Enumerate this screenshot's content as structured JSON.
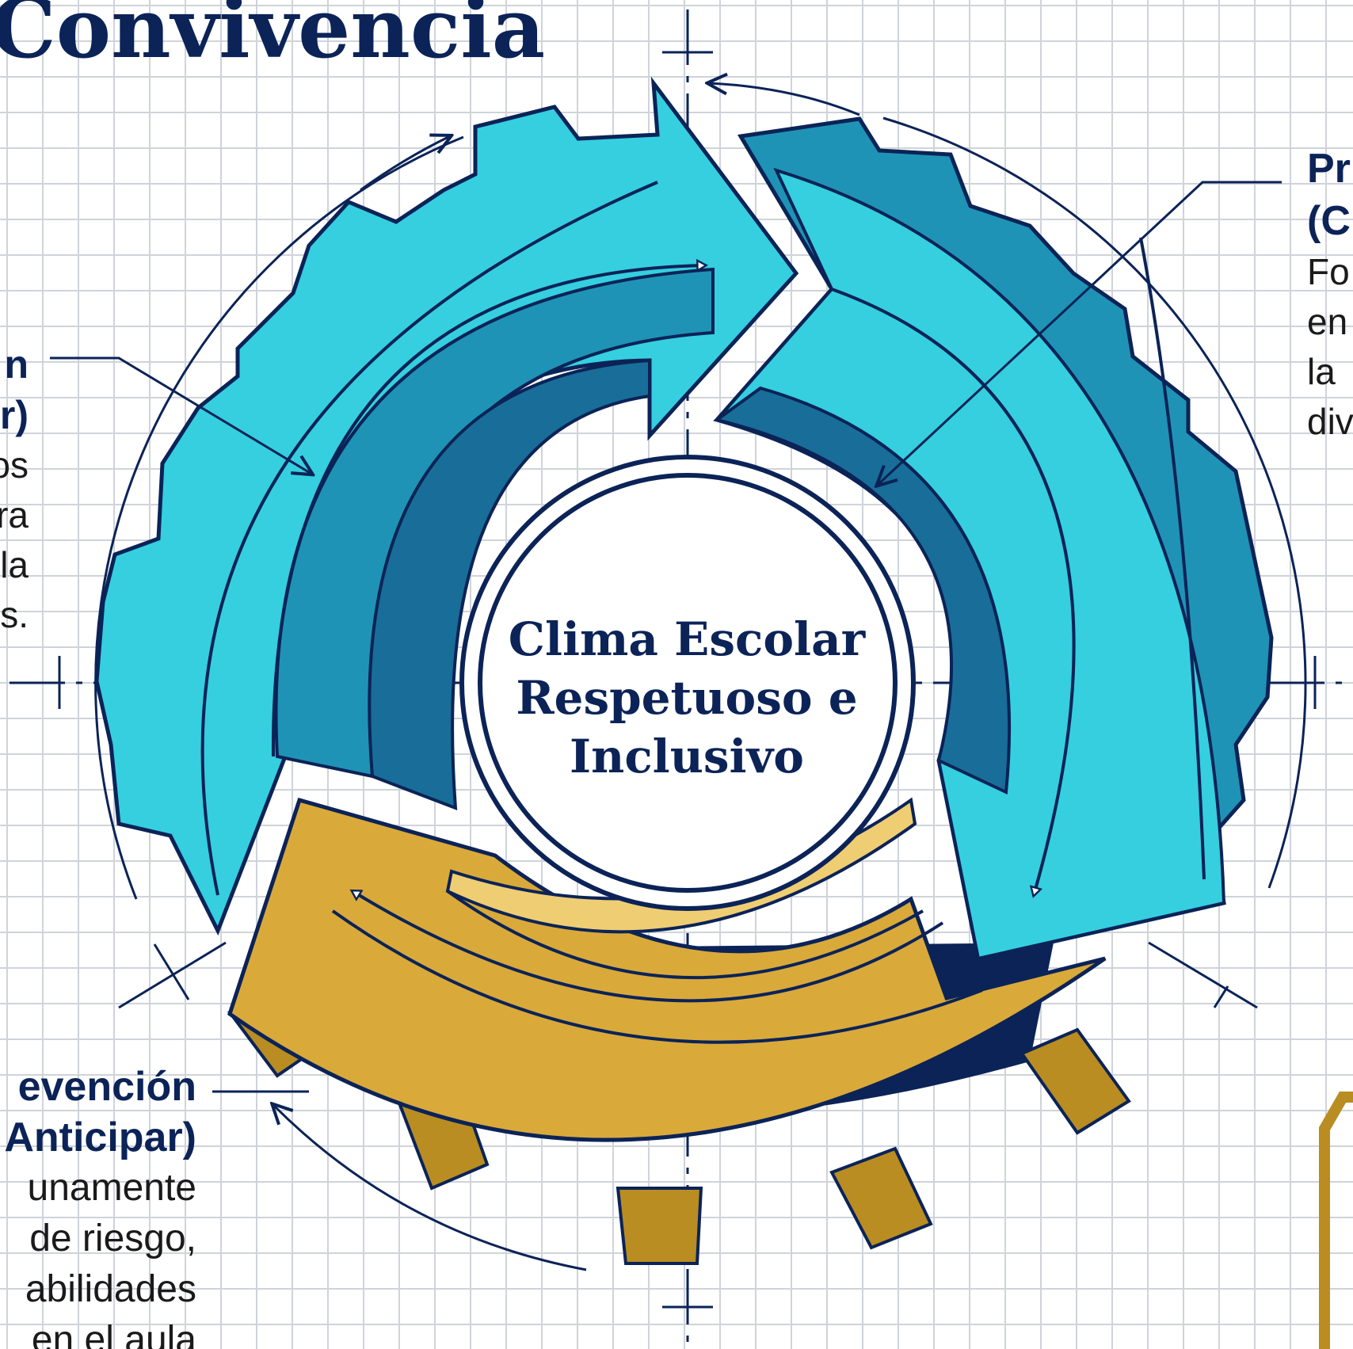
{
  "title": "Convivencia",
  "center": {
    "lines": [
      "Clima Escolar",
      "Respetuoso e",
      "Inclusivo"
    ]
  },
  "left_note": {
    "heading": [
      "n",
      "r)"
    ],
    "body": [
      "os",
      "ra",
      "la",
      "s."
    ]
  },
  "right_note": {
    "heading": [
      "Pr",
      "(C"
    ],
    "body": [
      "Fo",
      "en",
      "la",
      "div"
    ]
  },
  "bottom_note": {
    "heading": [
      "evención",
      "Anticipar)"
    ],
    "body": [
      "unamente",
      "de riesgo,",
      "abilidades",
      "en el aula"
    ]
  },
  "colors": {
    "navy": "#0b2357",
    "cyan": "#35cfe0",
    "teal": "#1f93b5",
    "deep_teal": "#186e98",
    "gold": "#d9a93a",
    "light_gold": "#efcd72",
    "dark_gold": "#b98d22",
    "grid": "#cfd3da"
  },
  "icons": [
    "cycle-arrow-icon",
    "gear-icon"
  ]
}
